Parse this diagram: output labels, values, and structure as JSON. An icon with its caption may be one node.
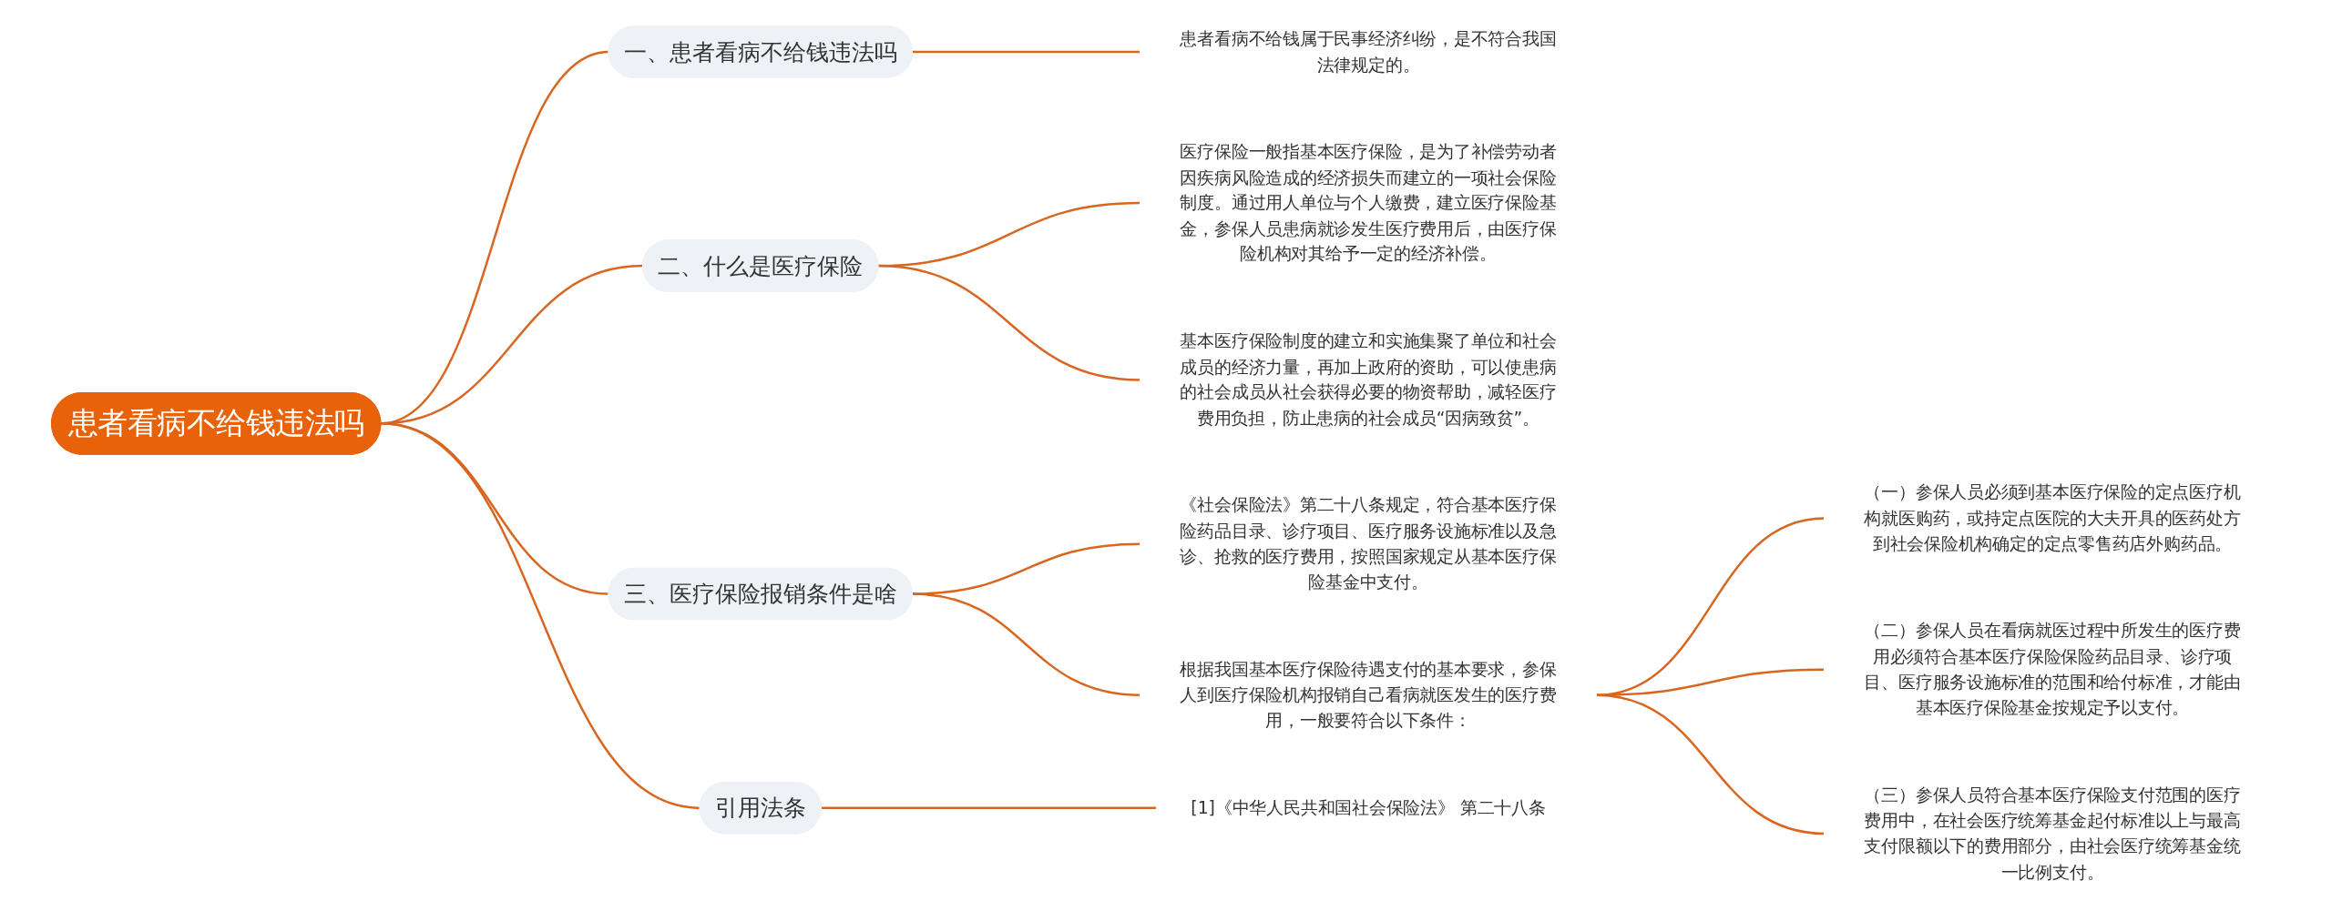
{
  "diagram": {
    "nodes": [
      {
        "text": [
          "患者看病不给钱违法吗"
        ]
      },
      {
        "text": [
          "一、患者看病不给钱违法吗"
        ]
      },
      {
        "text": [
          "患者看病不给钱属于民事经济纠纷，是不符合我国法律规定的。"
        ]
      },
      {
        "text": [
          "二、什么是医疗保险"
        ]
      },
      {
        "text": [
          "医疗保险一般指基本医疗保险，是为了补偿劳动者因疾病风险造成的经济损失而建立的一项社会保险制度。通过用人单位与个人缴费，建立医疗保险基金，参保人员患病就诊发生医疗费用后，由医疗保险机构对其给予一定的经济补偿。"
        ]
      },
      {
        "text": [
          "基本医疗保险制度的建立和实施集聚了单位和社会成员的经济力量，再加上政府的资助，可以使患病的社会成员从社会获得必要的物资帮助，减轻医疗费用负担，防止患病的社会成员“因病致贫”。"
        ]
      },
      {
        "text": [
          "三、医疗保险报销条件是啥"
        ]
      },
      {
        "text": [
          "《社会保险法》第二十八条规定，符合基本医疗保险药品目录、诊疗项目、医疗服务设施标准以及急诊、抢救的医疗费用，按照国家规定从基本医疗保险基金中支付。"
        ]
      },
      {
        "text": [
          "根据我国基本医疗保险待遇支付的基本要求，参保人到医疗保险机构报销自己看病就医发生的医疗费用，一般要符合以下条件："
        ]
      },
      {
        "text": [
          "（一）参保人员必须到基本医疗保险的定点医疗机构就医购药，或持定点医院的大夫开具的医药处方到社会保险机构确定的定点零售药店外购药品。"
        ]
      },
      {
        "text": [
          "（二）参保人员在看病就医过程中所发生的医疗费用必须符合基本医疗保险保险药品目录、诊疗项目、医疗服务设施标准的范围和给付标准，才能由基本医疗保险基金按规定予以支付。"
        ]
      },
      {
        "text": [
          "（三）参保人员符合基本医疗保险支付范围的医疗费用中，在社会医疗统筹基金起付标准以上与最高支付限额以下的费用部分，由社会医疗统筹基金统一比例支付。"
        ]
      },
      {
        "text": [
          "引用法条"
        ]
      },
      {
        "text": [
          "[1]《中华人民共和国社会保险法》 第二十八条"
        ]
      }
    ],
    "edges": [
      {
        "from": 0,
        "to": 1,
        "arrow": "none"
      },
      {
        "from": 1,
        "to": 2,
        "arrow": "none"
      },
      {
        "from": 0,
        "to": 3,
        "arrow": "none"
      },
      {
        "from": 3,
        "to": 4,
        "arrow": "none"
      },
      {
        "from": 3,
        "to": 5,
        "arrow": "none"
      },
      {
        "from": 0,
        "to": 6,
        "arrow": "none"
      },
      {
        "from": 6,
        "to": 7,
        "arrow": "none"
      },
      {
        "from": 6,
        "to": 8,
        "arrow": "none"
      },
      {
        "from": 8,
        "to": 9,
        "arrow": "none"
      },
      {
        "from": 8,
        "to": 10,
        "arrow": "none"
      },
      {
        "from": 8,
        "to": 11,
        "arrow": "none"
      },
      {
        "from": 0,
        "to": 12,
        "arrow": "none"
      },
      {
        "from": 12,
        "to": 13,
        "arrow": "none"
      }
    ]
  }
}
